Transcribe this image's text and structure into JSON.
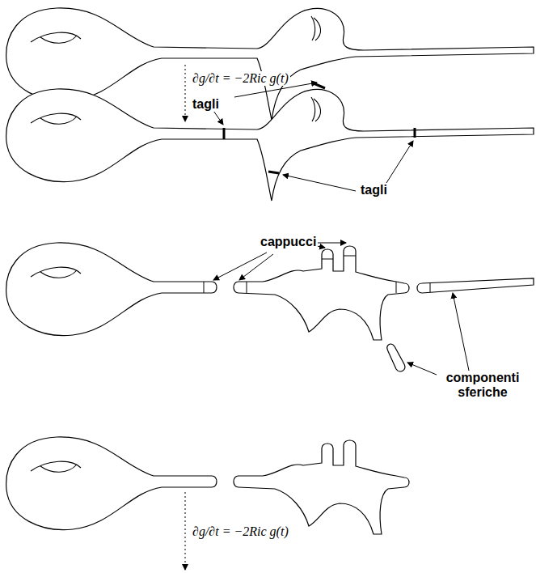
{
  "diagram": {
    "labels": [
      "∂g/∂t = −2Ric g(t)",
      "tagli",
      "tagli",
      "cappucci",
      "componenti sferiche",
      "∂g/∂t = −2Ric g(t)"
    ]
  }
}
